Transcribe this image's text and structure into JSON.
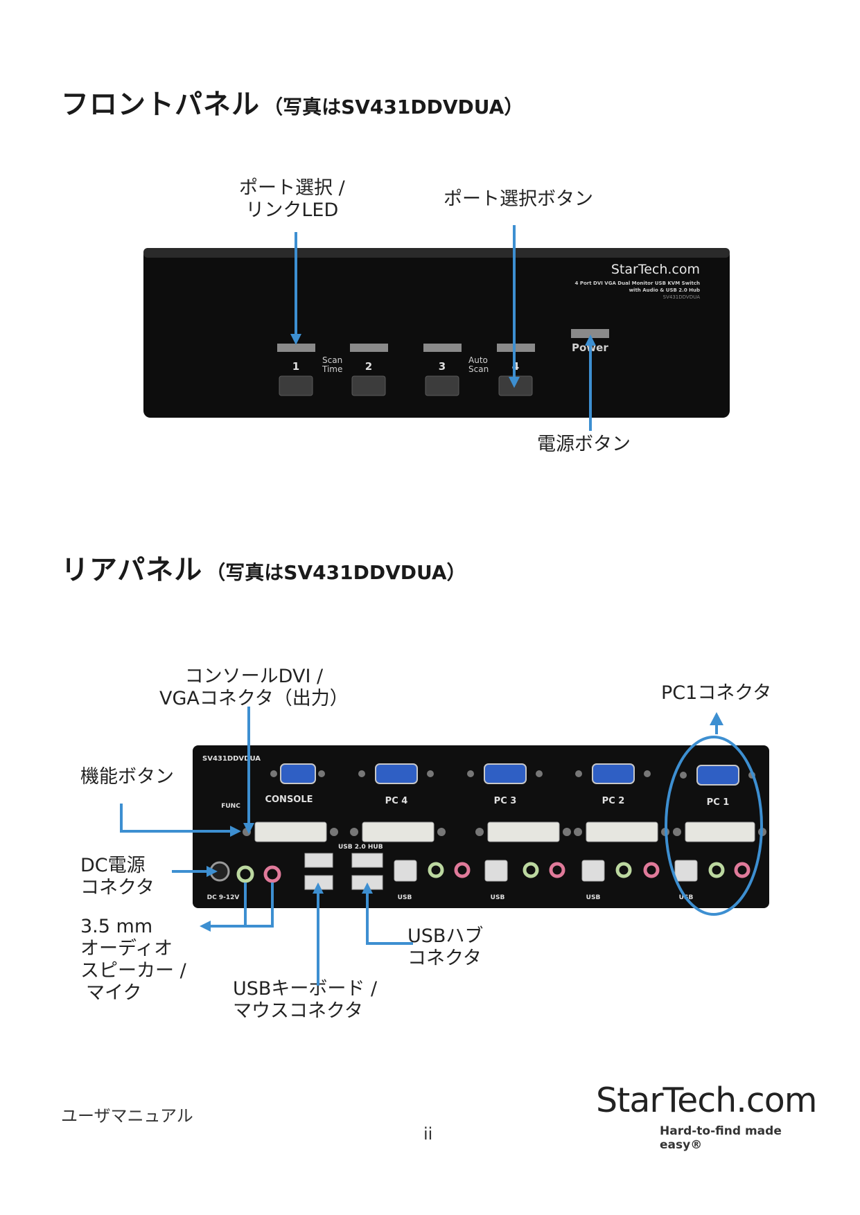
{
  "front": {
    "title": "フロントパネル",
    "subtitle": "（写真はSV431DDVDUA）",
    "callouts": {
      "led_line1": "ポート選択 /",
      "led_line2": "リンクLED",
      "port_button": "ポート選択ボタン",
      "power_button": "電源ボタン"
    },
    "device": {
      "brand": "StarTech.com",
      "product_line1": "4 Port DVI VGA Dual Monitor USB KVM Switch",
      "product_line2": "with Audio & USB 2.0 Hub",
      "model": "SV431DDVDUA",
      "button_numbers": [
        "1",
        "2",
        "3",
        "4"
      ],
      "scan_time": [
        "Scan",
        "Time"
      ],
      "auto_scan": [
        "Auto",
        "Scan"
      ],
      "power_label": "Power"
    }
  },
  "rear": {
    "title": "リアパネル",
    "subtitle": "（写真はSV431DDVDUA）",
    "callouts": {
      "console_line1": "コンソールDVI /",
      "console_line2": "VGAコネクタ（出力）",
      "pc1": "PC1コネクタ",
      "func": "機能ボタン",
      "dc_line1": "DC電源",
      "dc_line2": "コネクタ",
      "audio_line1": "3.5 mm",
      "audio_line2": "オーディオ",
      "audio_line3": "スピーカー /",
      "audio_line4": "マイク",
      "usb_hub_line1": "USBハブ",
      "usb_hub_line2": "コネクタ",
      "usb_kb_line1": "USBキーボード /",
      "usb_kb_line2": "マウスコネクタ"
    },
    "device": {
      "model": "SV431DDVDUA",
      "console": "CONSOLE",
      "pc_labels": [
        "PC 4",
        "PC 3",
        "PC 2",
        "PC 1"
      ],
      "func": "FUNC",
      "usb_hub": "USB 2.0 HUB",
      "usb": "USB",
      "dc": "DC 9-12V"
    }
  },
  "footer": {
    "manual": "ユーザマニュアル",
    "page": "ii",
    "brand": "StarTech.com",
    "tagline": "Hard-to-find made easy®"
  },
  "colors": {
    "callout": "#3d8fd1",
    "device": "#111111",
    "vga_blue": "#2f5fc4"
  }
}
